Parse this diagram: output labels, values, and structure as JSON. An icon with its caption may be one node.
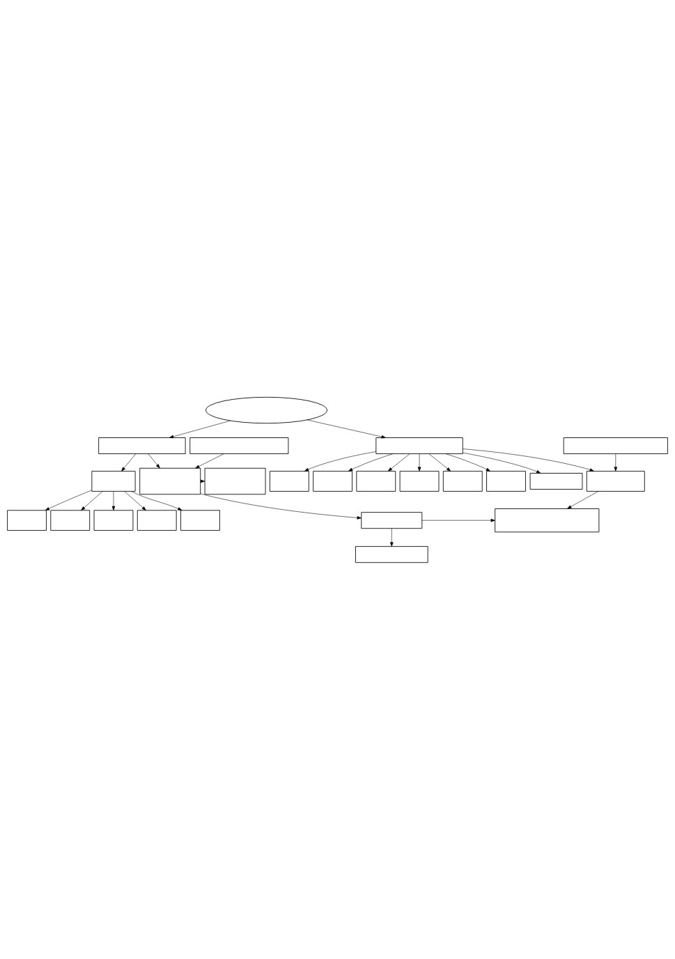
{
  "diagram": {
    "nodes": [
      {
        "text": [],
        "shape": "ellipse"
      },
      {
        "text": [],
        "shape": "box"
      },
      {
        "text": [],
        "shape": "box"
      },
      {
        "text": [],
        "shape": "box"
      },
      {
        "text": [],
        "shape": "box"
      },
      {
        "text": [],
        "shape": "box"
      },
      {
        "text": [],
        "shape": "box"
      },
      {
        "text": [],
        "shape": "box"
      },
      {
        "text": [],
        "shape": "box"
      },
      {
        "text": [],
        "shape": "box"
      },
      {
        "text": [],
        "shape": "box"
      },
      {
        "text": [],
        "shape": "box"
      },
      {
        "text": [],
        "shape": "box"
      },
      {
        "text": [],
        "shape": "box"
      },
      {
        "text": [],
        "shape": "box"
      },
      {
        "text": [],
        "shape": "box"
      },
      {
        "text": [],
        "shape": "box"
      },
      {
        "text": [],
        "shape": "box"
      },
      {
        "text": [],
        "shape": "box"
      },
      {
        "text": [],
        "shape": "box"
      },
      {
        "text": [],
        "shape": "box"
      },
      {
        "text": [],
        "shape": "box"
      },
      {
        "text": [],
        "shape": "box"
      },
      {
        "text": [],
        "shape": "box"
      }
    ],
    "edges": [
      {
        "from": 0,
        "to": 1,
        "arrow": "to"
      },
      {
        "from": 0,
        "to": 2,
        "arrow": "to"
      },
      {
        "from": 2,
        "to": 3,
        "arrow": "to"
      },
      {
        "from": 2,
        "to": 4,
        "arrow": "to"
      },
      {
        "from": 2,
        "to": 5,
        "arrow": "to"
      },
      {
        "from": 2,
        "to": 6,
        "arrow": "to"
      },
      {
        "from": 2,
        "to": 7,
        "arrow": "to"
      },
      {
        "from": 2,
        "to": 8,
        "arrow": "to"
      },
      {
        "from": 1,
        "to": 9,
        "arrow": "to"
      },
      {
        "from": 1,
        "to": 18,
        "arrow": "to"
      },
      {
        "from": 9,
        "to": 10,
        "arrow": "to"
      },
      {
        "from": 9,
        "to": 11,
        "arrow": "to"
      },
      {
        "from": 9,
        "to": 12,
        "arrow": "to"
      },
      {
        "from": 9,
        "to": 13,
        "arrow": "to"
      },
      {
        "from": 9,
        "to": 14,
        "arrow": "to"
      },
      {
        "from": 2,
        "to": 15,
        "arrow": "to"
      },
      {
        "from": 2,
        "to": 20,
        "arrow": "to"
      },
      {
        "from": 16,
        "to": 18,
        "arrow": "to"
      },
      {
        "from": 17,
        "to": 20,
        "arrow": "to"
      },
      {
        "from": 18,
        "to": 19,
        "arrow": "to"
      },
      {
        "from": 18,
        "to": 21,
        "arrow": "to"
      },
      {
        "from": 20,
        "to": 22,
        "arrow": "to"
      },
      {
        "from": 21,
        "to": 22,
        "arrow": "to"
      },
      {
        "from": 21,
        "to": 23,
        "arrow": "to"
      }
    ]
  }
}
